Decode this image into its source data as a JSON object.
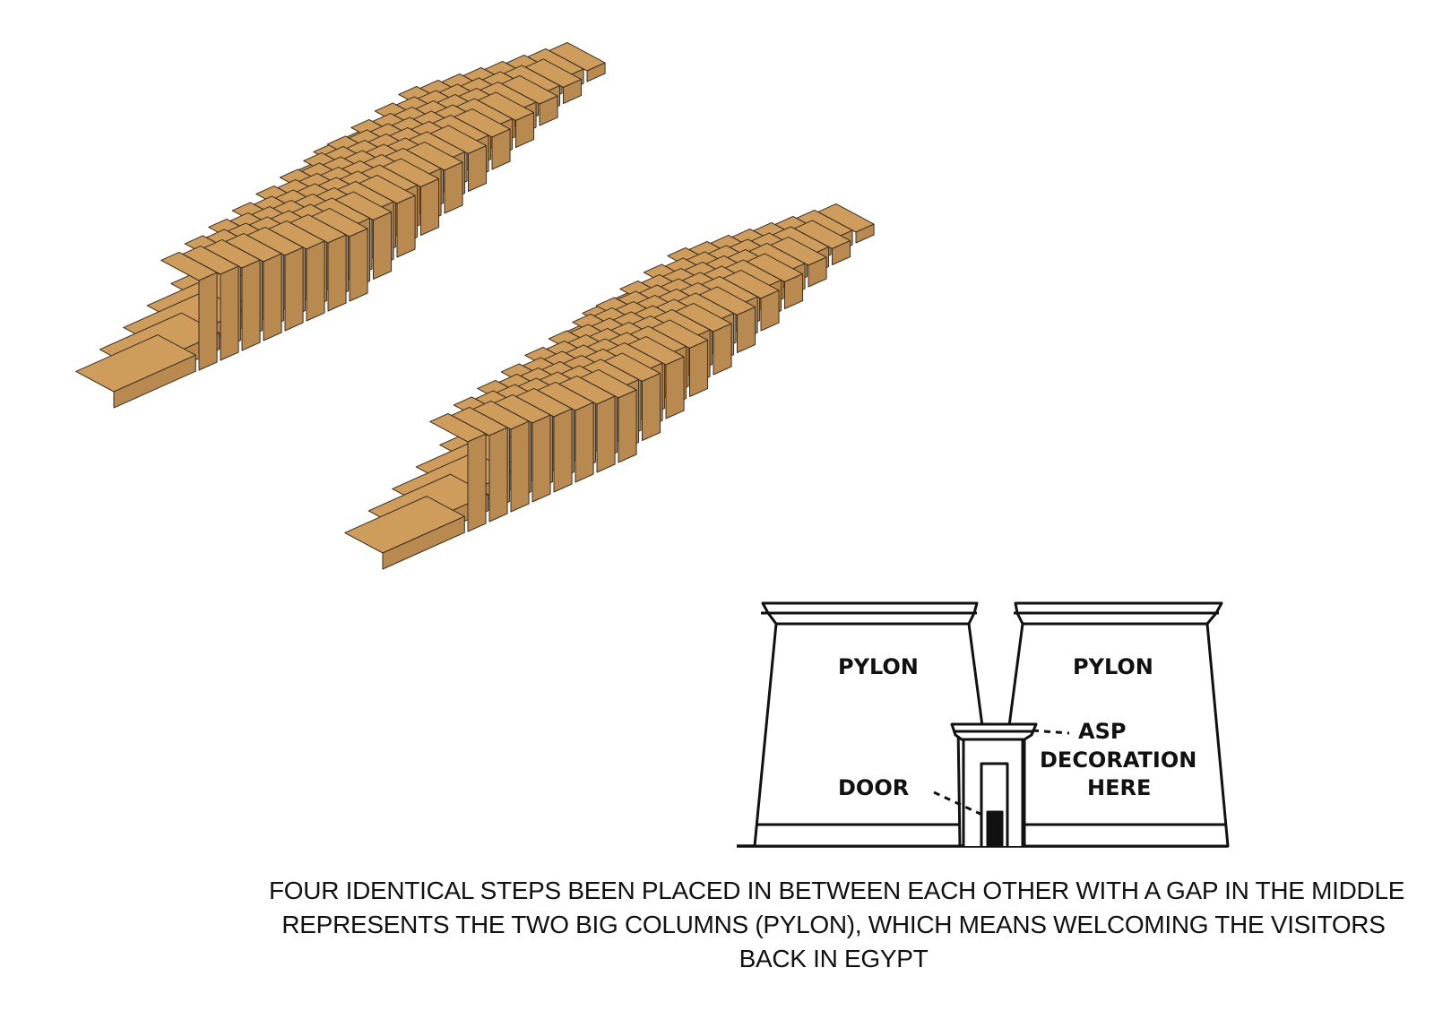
{
  "colors": {
    "step_top": "#CF9D5B",
    "step_front": "#B98A4F",
    "step_side": "#A87A43",
    "outline": "#3A2E22",
    "line_drawing": "#111111",
    "caption_text": "#111111",
    "background": "#FFFFFF"
  },
  "steps": {
    "description_groups": [
      {
        "name": "steps-group-1",
        "rows": 11
      },
      {
        "name": "steps-group-2",
        "rows": 11
      }
    ]
  },
  "pylon_drawing": {
    "left_tower_label": "PYLON",
    "right_tower_label": "PYLON",
    "asp_label_line1": "ASP",
    "asp_label_line2": "DECORATION",
    "asp_label_line3": "HERE",
    "door_label": "DOOR"
  },
  "caption": {
    "line1": "FOUR IDENTICAL STEPS BEEN PLACED IN BETWEEN EACH OTHER WITH A GAP IN THE MIDDLE",
    "line2": "REPRESENTS THE TWO BIG COLUMNS (PYLON), WHICH MEANS WELCOMING THE VISITORS",
    "line3": "BACK IN EGYPT"
  }
}
